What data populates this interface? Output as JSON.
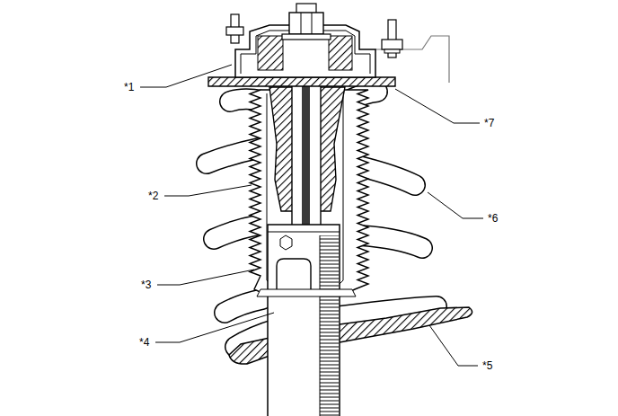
{
  "diagram": {
    "labels": [
      "*1",
      "*7",
      "*2",
      "*6",
      "*3",
      "*4",
      "*5"
    ]
  }
}
